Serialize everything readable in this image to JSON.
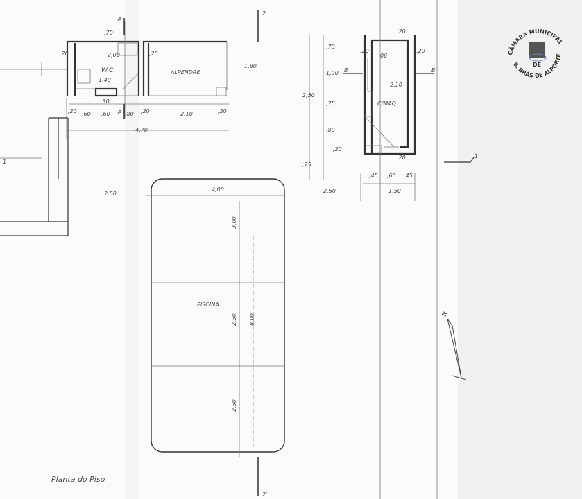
{
  "drawing": {
    "title": "Planta do Piso",
    "rooms": {
      "wc": "W.C.",
      "alpendre": "ALPENDRE",
      "cmaq": "C/MAQ.",
      "piscina": "PISCINA"
    },
    "section_marks": {
      "a_top": "A",
      "a_bottom": "A",
      "b_left": "B",
      "b_right": "B'",
      "s2_top": "2",
      "s2_bottom": "2'",
      "s1_left": "1",
      "s1_right": "1'"
    },
    "dimensions_left": {
      "top_70": ",70",
      "side_20": ",20",
      "wc_200": "2,00",
      "wc_140": "1,40",
      "wc_20": ",20",
      "door_30": ",30",
      "d20a": ",20",
      "d60a": ",60",
      "d60b": ",60",
      "d80": ",80",
      "d20b": ",20",
      "d210": "2,10",
      "d20c": ",20",
      "total_470": "4,70",
      "height_180": "1,80",
      "left_250": "2,50"
    },
    "dimensions_right": {
      "top_20": ",20",
      "v70": ",70",
      "v100": "1,00",
      "v75": ",75",
      "v80": ",80",
      "v20": ",20",
      "v75b": ",75",
      "total_250": "2,50",
      "inner_210": "2,10",
      "w20a": ",20",
      "w20b": ",20",
      "w06": "06",
      "bottom_20": ",20",
      "b45a": ",45",
      "b60": ",60",
      "b45b": ",45",
      "b150": "1,50",
      "left_250": "2,50"
    },
    "dimensions_pool": {
      "width_400": "4,00",
      "v300": "3,00",
      "v250a": "2,50",
      "total_800": "8,00",
      "v250b": "2,50"
    },
    "north": "N"
  },
  "stamp": {
    "text_top": "CÂMARA MUNICIPAL",
    "text_mid": "DE",
    "text_bottom": "S. BRÁS DE ALPORTEL"
  }
}
